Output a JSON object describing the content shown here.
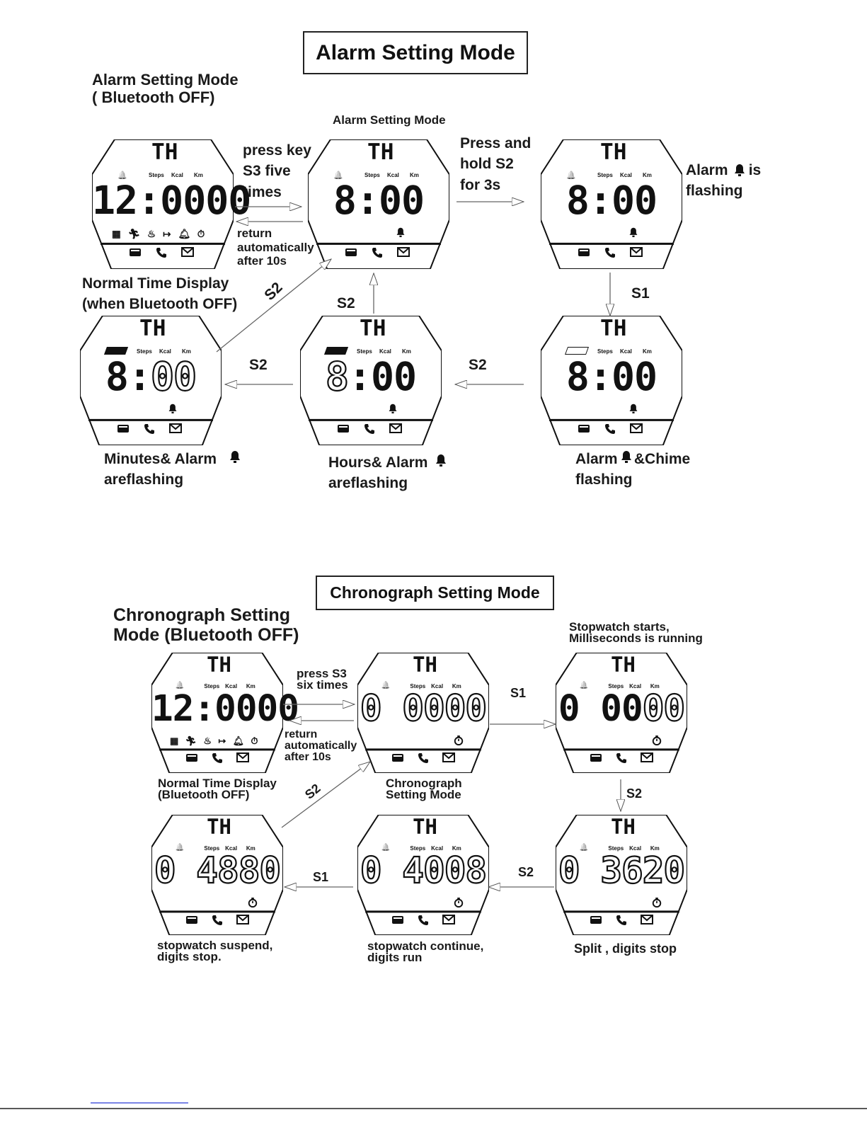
{
  "alarm": {
    "title": "Alarm Setting Mode",
    "subtitle": "Alarm Setting Mode\n( Bluetooth OFF)",
    "normal_caption": "Normal Time Display\n(when Bluetooth OFF)",
    "mode_caption": "Alarm Setting Mode",
    "press_s3": "press key\nS3 five\ntimes",
    "return_auto": "return\nautomatically\nafter 10s",
    "press_hold": "Press and\nhold S2\nfor 3s",
    "alarm_flashing": "Alarm     is\nflashing",
    "s1": "S1",
    "s2_diag": "S2",
    "s2_up": "S2",
    "s2_left1": "S2",
    "s2_left2": "S2",
    "minutes_caption": "Minutes& Alarm\nareflashing",
    "hours_caption": "Hours& Alarm\nareflashing",
    "chime_caption": "Alarm    &Chime\nflashing",
    "watches": {
      "normal": "12:0000",
      "mode": "8:00",
      "flash": "8:00",
      "chime": "8:00",
      "hours_h": "8",
      "hours_m": ":00",
      "min_h": "8:",
      "min_m": "00"
    }
  },
  "chrono": {
    "title": "Chronograph Setting Mode",
    "subtitle": "Chronograph Setting\nMode (Bluetooth OFF)",
    "press_s3": "press S3\nsix times",
    "return_auto": "return\nautomatically\nafter 10s",
    "s1_top": "S1",
    "starts": "Stopwatch starts,\nMilliseconds is running",
    "normal_caption": "Normal Time Display\n(Bluetooth OFF)",
    "mode_caption": "Chronograph\nSetting Mode",
    "s2_diag": "S2",
    "s2_down": "S2",
    "s2_left": "S2",
    "s1_left": "S1",
    "suspend_caption": "stopwatch suspend,\ndigits stop.",
    "continue_caption": "stopwatch continue,\ndigits run",
    "split_caption": "Split , digits stop",
    "watches": {
      "normal": "12:0000",
      "mode": "0 0000",
      "run_a": "0 00",
      "run_b": "00",
      "split": "0 3620",
      "cont": "0 4008",
      "suspend": "0 4880"
    }
  },
  "watch_labels": {
    "th": "TH",
    "steps": "Steps",
    "kcal": "Kcal",
    "km": "Km"
  }
}
